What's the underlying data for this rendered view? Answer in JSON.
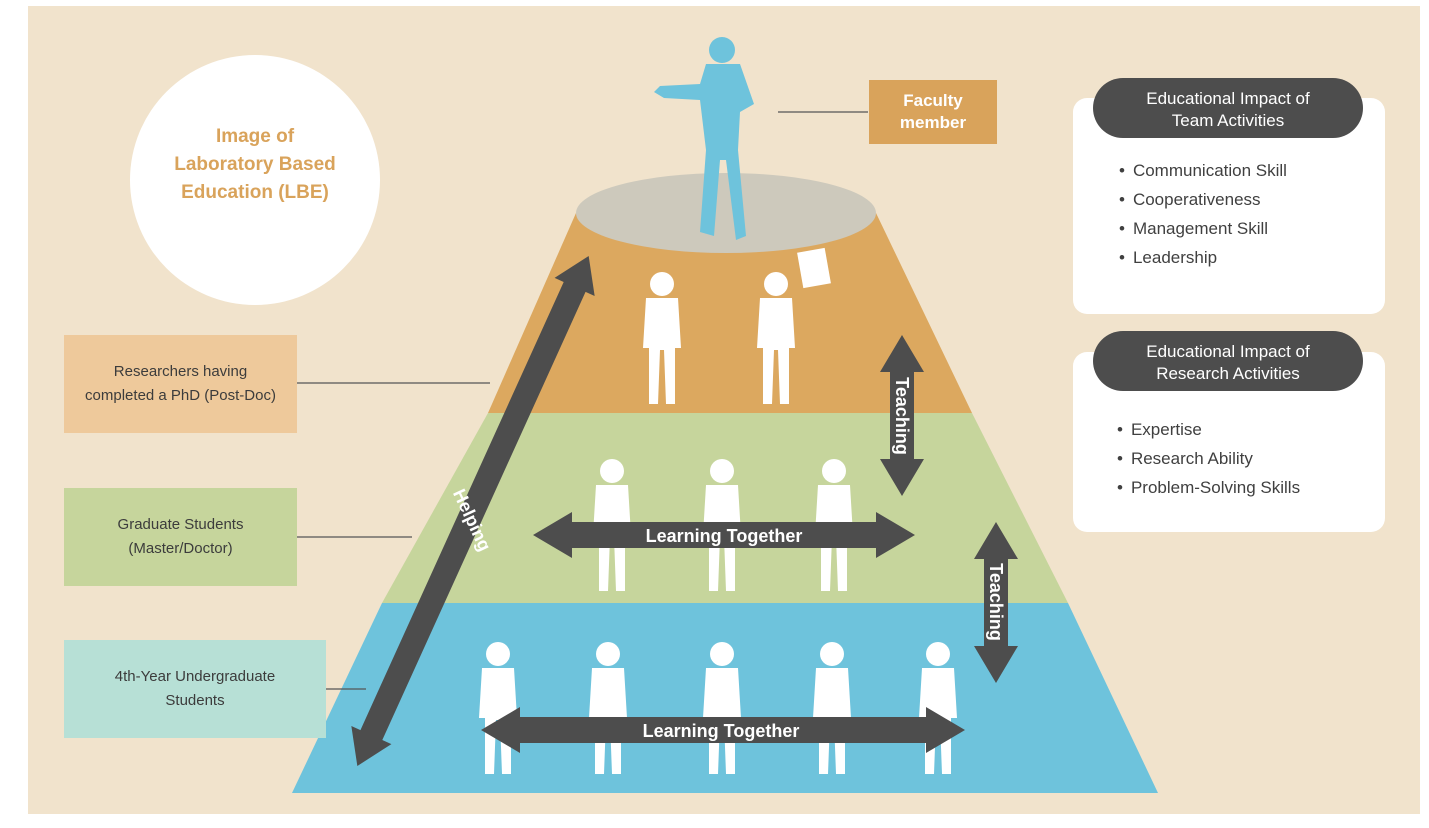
{
  "title_circle": {
    "lines": [
      "Image of",
      "Laboratory Based",
      "Education (LBE)"
    ]
  },
  "faculty": {
    "lines": [
      "Faculty",
      "member"
    ]
  },
  "levels": {
    "postdoc": {
      "lines": [
        "Researchers having",
        "completed a PhD (Post-Doc)"
      ]
    },
    "graduate": {
      "lines": [
        "Graduate Students",
        "(Master/Doctor)"
      ]
    },
    "undergrad": {
      "lines": [
        "4th-Year Undergraduate",
        "Students"
      ]
    }
  },
  "arrows": {
    "helping": "Helping",
    "teaching_upper": "Teaching",
    "teaching_lower": "Teaching",
    "learning_graduate": "Learning Together",
    "learning_undergrad": "Learning Together"
  },
  "impact_team": {
    "heading": [
      "Educational Impact of",
      "Team Activities"
    ],
    "items": [
      "Communication Skill",
      "Cooperativeness",
      "Management Skill",
      "Leadership"
    ]
  },
  "impact_research": {
    "heading": [
      "Educational Impact of",
      "Research Activities"
    ],
    "items": [
      "Expertise",
      "Research Ability",
      "Problem-Solving Skills"
    ]
  },
  "colors": {
    "background": "#f1e3cc",
    "postdoc_tier": "#dca85f",
    "graduate_tier": "#c6d59c",
    "undergrad_tier": "#6ec3dc",
    "top_disc": "#cdc9bc",
    "faculty_figure": "#6ec3dc",
    "arrow": "#4d4d4d",
    "title_text": "#d9a35b",
    "postdoc_box": "#eec99b",
    "graduate_box": "#c6d59c",
    "undergrad_box": "#b7e0d6"
  }
}
